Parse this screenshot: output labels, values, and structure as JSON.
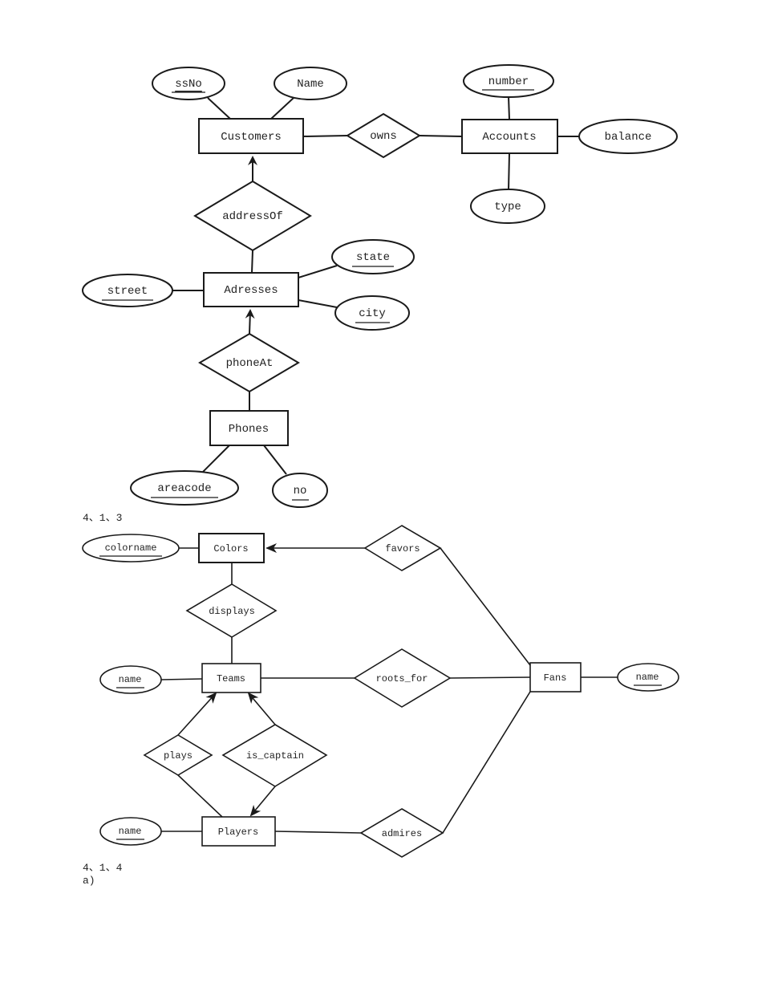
{
  "diagram1": {
    "entities": {
      "customers": "Customers",
      "accounts": "Accounts",
      "adresses": "Adresses",
      "phones": "Phones"
    },
    "relationships": {
      "owns": "owns",
      "addressOf": "addressOf",
      "phoneAt": "phoneAt"
    },
    "attributes": {
      "ssNo": "ssNo",
      "name": "Name",
      "number": "number",
      "balance": "balance",
      "type": "type",
      "state": "state",
      "street": "street",
      "city": "city",
      "areacode": "areacode",
      "no": "no"
    },
    "caption": "4、1、3"
  },
  "diagram2": {
    "entities": {
      "colors": "Colors",
      "teams": "Teams",
      "players": "Players",
      "fans": "Fans"
    },
    "relationships": {
      "favors": "favors",
      "displays": "displays",
      "roots_for": "roots_for",
      "plays": "plays",
      "is_captain": "is_captain",
      "admires": "admires"
    },
    "attributes": {
      "colorname": "colorname",
      "team_name": "name",
      "fan_name": "name",
      "player_name": "name"
    },
    "caption_line1": "4、1、4",
    "caption_line2": "a)"
  }
}
